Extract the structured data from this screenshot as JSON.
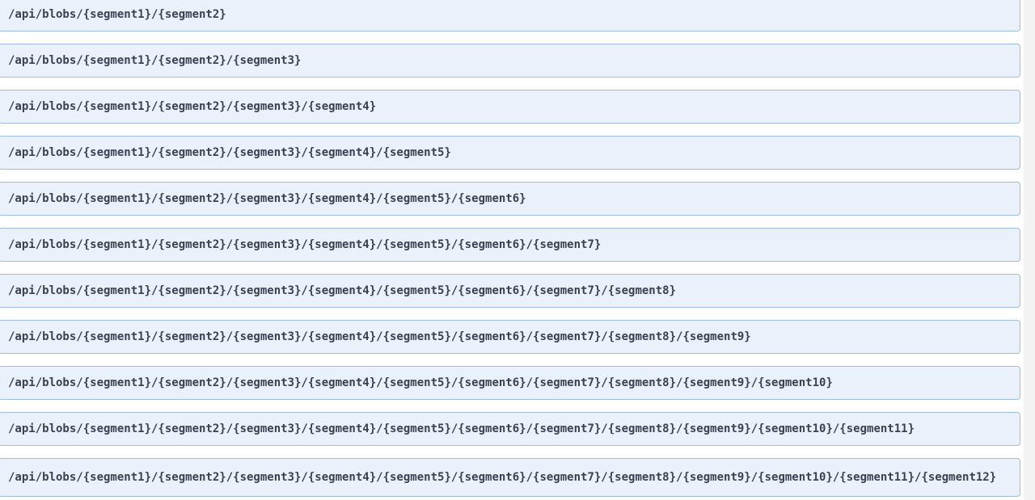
{
  "endpoints": [
    "/api/blobs/{segment1}/{segment2}",
    "/api/blobs/{segment1}/{segment2}/{segment3}",
    "/api/blobs/{segment1}/{segment2}/{segment3}/{segment4}",
    "/api/blobs/{segment1}/{segment2}/{segment3}/{segment4}/{segment5}",
    "/api/blobs/{segment1}/{segment2}/{segment3}/{segment4}/{segment5}/{segment6}",
    "/api/blobs/{segment1}/{segment2}/{segment3}/{segment4}/{segment5}/{segment6}/{segment7}",
    "/api/blobs/{segment1}/{segment2}/{segment3}/{segment4}/{segment5}/{segment6}/{segment7}/{segment8}",
    "/api/blobs/{segment1}/{segment2}/{segment3}/{segment4}/{segment5}/{segment6}/{segment7}/{segment8}/{segment9}",
    "/api/blobs/{segment1}/{segment2}/{segment3}/{segment4}/{segment5}/{segment6}/{segment7}/{segment8}/{segment9}/{segment10}",
    "/api/blobs/{segment1}/{segment2}/{segment3}/{segment4}/{segment5}/{segment6}/{segment7}/{segment8}/{segment9}/{segment10}/{segment11}",
    "/api/blobs/{segment1}/{segment2}/{segment3}/{segment4}/{segment5}/{segment6}/{segment7}/{segment8}/{segment9}/{segment10}/{segment11}/{segment12}"
  ],
  "colors": {
    "row_background": "#ebf1fa",
    "row_border": "#9ebde6",
    "path_text": "#3b4151"
  }
}
